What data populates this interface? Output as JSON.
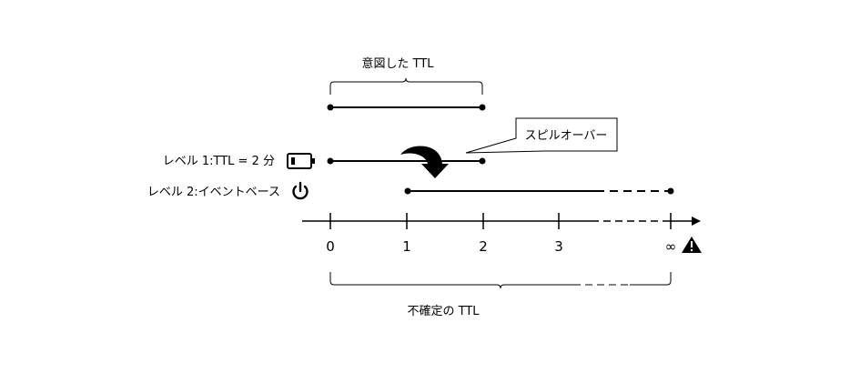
{
  "title_intended": "意図した TTL",
  "title_uncertain": "不確定の TTL",
  "callout": "スピルオーバー",
  "level1_label": "レベル 1:TTL = 2 分",
  "level2_label": "レベル 2:イベントベース",
  "axis": {
    "ticks": [
      "0",
      "1",
      "2",
      "3",
      "∞"
    ]
  },
  "icons": {
    "level1": "battery-icon",
    "level2": "power-icon",
    "axis_end": "warning-icon",
    "spillover": "curved-arrow-icon"
  }
}
